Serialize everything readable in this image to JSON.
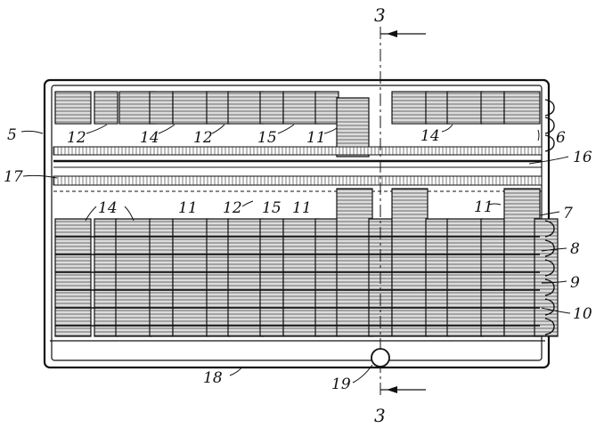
{
  "figure": {
    "section_marks": {
      "top": "3",
      "bottom": "3"
    },
    "reference_numerals": {
      "frame": "5",
      "upper_row_right": "6",
      "lower_row_1": "7",
      "lower_row_2": "8",
      "lower_row_3": "9",
      "lower_row_4": "10",
      "rail": "16",
      "rail_left": "17",
      "bottom_edge": "18",
      "pivot": "19"
    },
    "upper_row_labels": [
      "12",
      "14",
      "12",
      "15",
      "11",
      "14"
    ],
    "lower_row_labels": [
      "14",
      "11",
      "12",
      "15",
      "11",
      "11"
    ],
    "colors": {
      "ink": "#111111",
      "paper": "#ffffff",
      "hatch": "#444444"
    }
  }
}
